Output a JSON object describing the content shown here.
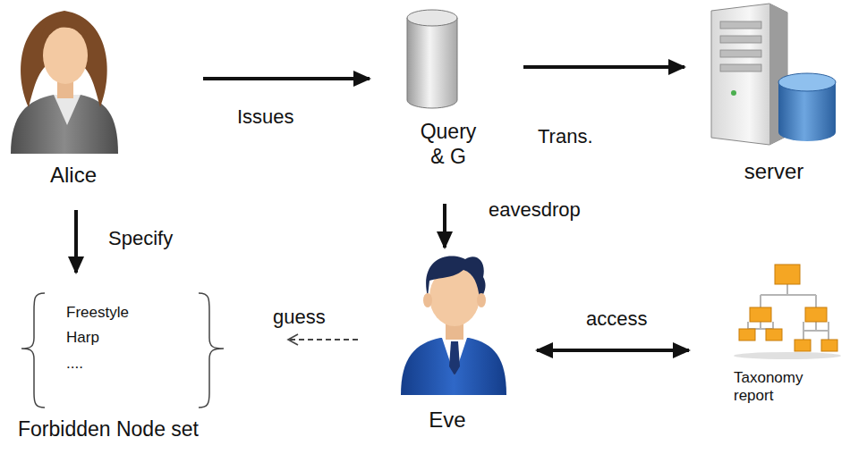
{
  "diagram": {
    "nodes": [
      {
        "text": [
          "Alice"
        ]
      },
      {
        "text": [
          "Query & G"
        ]
      },
      {
        "text": [
          "server"
        ]
      },
      {
        "text": [
          "Freestyle",
          "Harp",
          "....",
          "Forbidden Node set"
        ]
      },
      {
        "text": [
          "Eve"
        ]
      },
      {
        "text": [
          "Taxonomy report"
        ]
      }
    ],
    "edges": [
      {
        "from": 0,
        "to": 1,
        "label": "Issues",
        "arrow": "to"
      },
      {
        "from": 1,
        "to": 2,
        "label": "Trans.",
        "arrow": "to"
      },
      {
        "from": 1,
        "to": 4,
        "label": "eavesdrop",
        "arrow": "to"
      },
      {
        "from": 0,
        "to": 3,
        "label": "Specify",
        "arrow": "to"
      },
      {
        "from": 4,
        "to": 3,
        "label": "guess",
        "arrow": "to"
      },
      {
        "from": 4,
        "to": 5,
        "label": "access",
        "arrow": "both"
      }
    ]
  }
}
